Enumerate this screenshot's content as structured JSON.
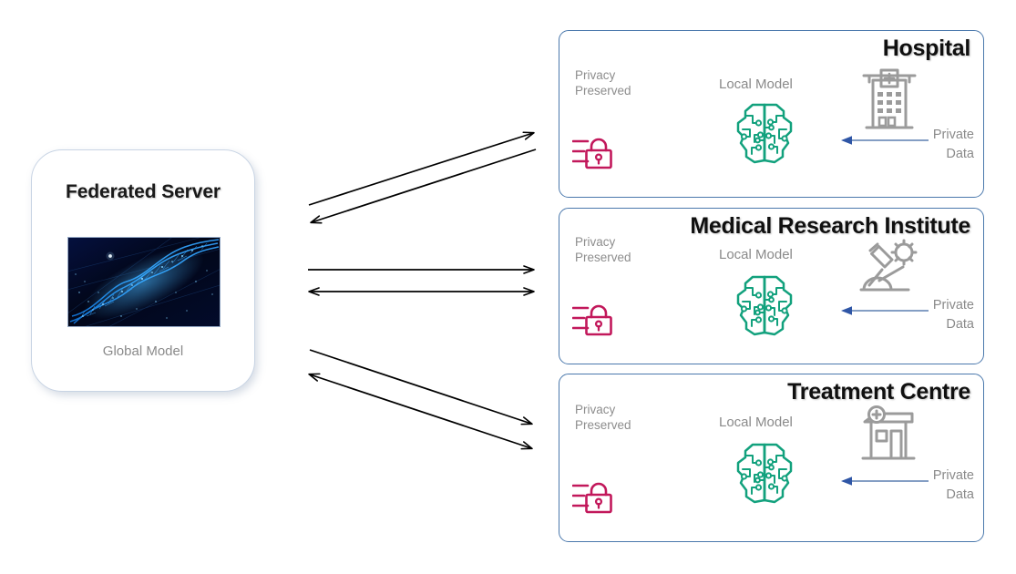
{
  "server": {
    "title": "Federated Server",
    "subtitle": "Global Model",
    "image_name": "neural-network-visualization"
  },
  "clients": [
    {
      "title": "Hospital",
      "privacy_label": "Privacy\nPreserved",
      "local_model_label": "Local Model",
      "private_data_label": "Private\nData",
      "privacy_icon": "padlock-icon",
      "model_icon": "brain-circuit-icon",
      "org_icon": "hospital-building-icon",
      "data_arrow_icon": "arrow-left-icon"
    },
    {
      "title": "Medical Research Institute",
      "privacy_label": "Privacy\nPreserved",
      "local_model_label": "Local Model",
      "private_data_label": "Private\nData",
      "privacy_icon": "padlock-icon",
      "model_icon": "brain-circuit-icon",
      "org_icon": "microscope-virus-icon",
      "data_arrow_icon": "arrow-left-icon"
    },
    {
      "title": "Treatment Centre",
      "privacy_label": "Privacy\nPreserved",
      "local_model_label": "Local Model",
      "private_data_label": "Private\nData",
      "privacy_icon": "padlock-icon",
      "model_icon": "brain-circuit-icon",
      "org_icon": "clinic-building-icon",
      "data_arrow_icon": "arrow-left-icon"
    }
  ],
  "connectors": [
    {
      "name": "server-to-hospital",
      "direction": "up-right",
      "heads": "end"
    },
    {
      "name": "hospital-to-server",
      "direction": "up-right",
      "heads": "start"
    },
    {
      "name": "server-to-institute",
      "direction": "horizontal",
      "heads": "end"
    },
    {
      "name": "institute-to-server",
      "direction": "horizontal",
      "heads": "both"
    },
    {
      "name": "server-to-treatment",
      "direction": "down-right",
      "heads": "end"
    },
    {
      "name": "treatment-to-server",
      "direction": "down-right",
      "heads": "both"
    }
  ],
  "colors": {
    "background": "#ffffff",
    "card_border": "#4a78ac",
    "server_border": "#c8d4e4",
    "title_text": "#101010",
    "muted_text": "#8a8a8a",
    "privacy_accent": "#c2185b",
    "model_accent": "#12a17d",
    "org_icon": "#9b9b9b",
    "data_arrow": "#3a5fa8",
    "connector": "#000000",
    "server_image_bg": "#030b33",
    "server_image_accent": "#1f8fff"
  }
}
